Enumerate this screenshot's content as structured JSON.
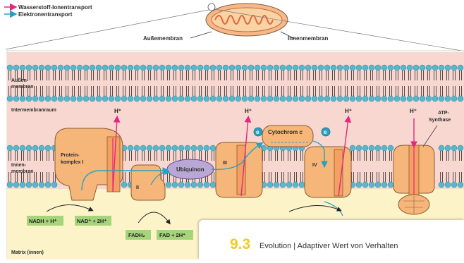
{
  "legend": [
    {
      "label": "Wasserstoff-Ionentransport",
      "color": "#e6277c"
    },
    {
      "label": "Elektronentransport",
      "color": "#2a9fbf"
    }
  ],
  "mito": {
    "outer_label": "Außemembran",
    "inner_label": "Innenmembran"
  },
  "regions": {
    "outer_membrane": "Außen-\nmembran",
    "intermembrane": "Intermembranraum",
    "inner_membrane": "Innen-\nmembran",
    "matrix": "Matrix (innen)"
  },
  "complexes": {
    "c1": "Protein-\nkomplex I",
    "c2": "II",
    "ubiquinon": "Ubiquinon",
    "c3": "III",
    "cytc": "Cytochrom c",
    "c4": "IV",
    "atp": "ATP-\nSynthase"
  },
  "proton_label": "H⁺",
  "electron_label": "e",
  "green_labels": {
    "nadh": "NADH + H⁺",
    "nad": "NAD⁺ + 2H⁺",
    "fadh": "FADH₂",
    "fad": "FAD + 2H⁺"
  },
  "footer": {
    "number": "9.3",
    "title": "Evolution | Adaptiver Wert von Verhalten"
  },
  "colors": {
    "protein": "#f6b67a",
    "protein_stroke": "#8a5a2e",
    "ubiquinon": "#b9a8d6",
    "intermembrane_bg": "#f7d7d0",
    "matrix_bg": "#fdf3c9",
    "lipid_head": "#55b8cc",
    "label_green": "#a6d47a"
  }
}
